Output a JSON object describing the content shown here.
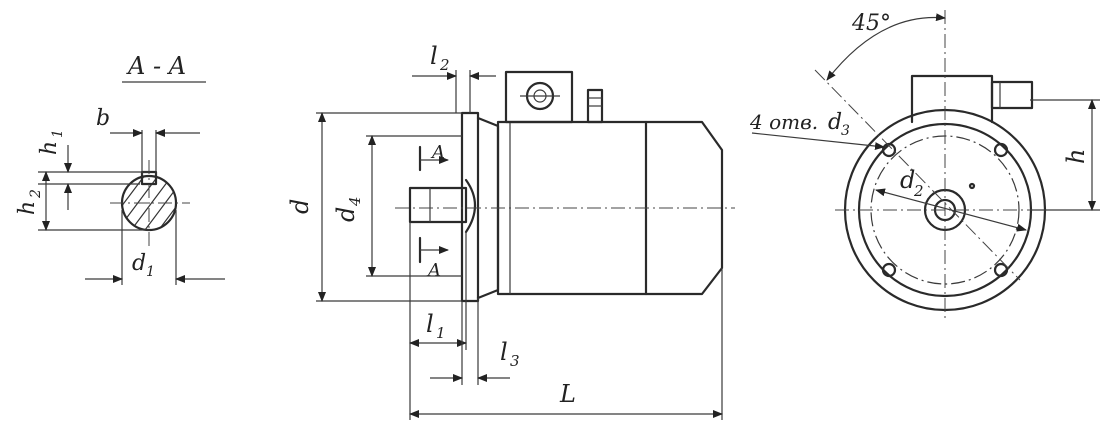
{
  "section": {
    "title": "A - A"
  },
  "labels": {
    "b": "b",
    "h": "h",
    "h_sub1": "1",
    "h_sub2": "2",
    "d": "d",
    "d_sub1": "1",
    "d_sub2": "2",
    "d_sub3": "3",
    "d_sub4": "4",
    "l": "l",
    "l_sub1": "1",
    "l_sub2": "2",
    "l_sub3": "3",
    "L": "L",
    "A": "A",
    "holes_prefix": "4 отв.",
    "angle": "45°"
  }
}
